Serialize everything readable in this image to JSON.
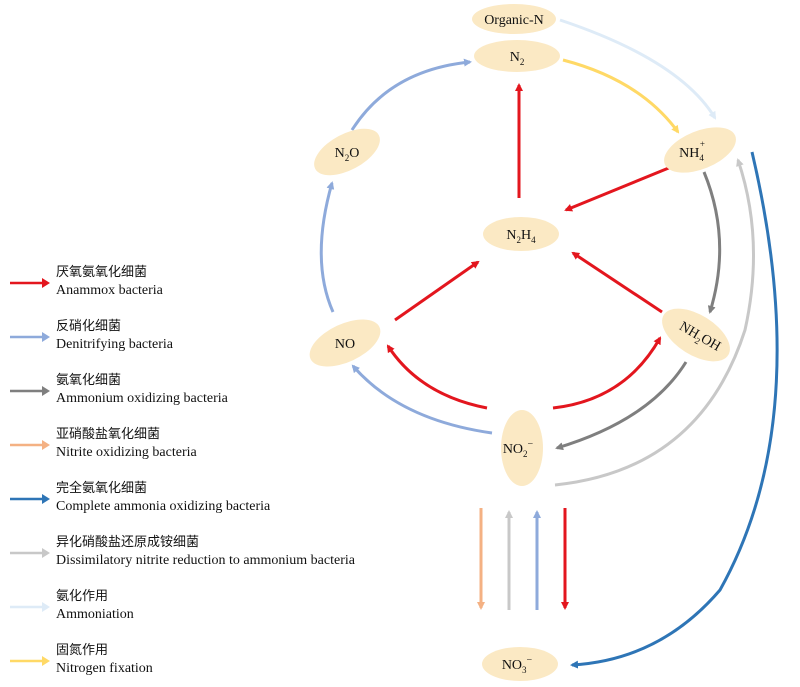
{
  "nodes": {
    "organic_n": "Organic-N",
    "n2": {
      "base": "N",
      "sub": "2"
    },
    "nh4": {
      "base": "NH",
      "sub": "4",
      "sup": "+"
    },
    "n2o": {
      "base1": "N",
      "sub": "2",
      "base2": "O"
    },
    "n2h4": {
      "base1": "N",
      "sub1": "2",
      "base2": "H",
      "sub2": "4"
    },
    "no": "NO",
    "nh2oh": {
      "base1": "NH",
      "sub": "2",
      "base2": "OH"
    },
    "no2": {
      "base": "NO",
      "sub": "2",
      "sup": "−"
    },
    "no3": {
      "base": "NO",
      "sub": "3",
      "sup": "−"
    }
  },
  "colors": {
    "anammox": "#e3161e",
    "denitrifying": "#8eaadb",
    "ammonium_oxidizing": "#7f7f7f",
    "nitrite_oxidizing": "#f4b183",
    "comammox": "#2e75b6",
    "dnra": "#c8c8c8",
    "ammoniation": "#deebf7",
    "nitrogen_fixation": "#ffd966",
    "node_fill": "#fbe9c4"
  },
  "legend": [
    {
      "zh": "厌氧氨氧化细菌",
      "en": "Anammox bacteria",
      "color_key": "anammox"
    },
    {
      "zh": "反硝化细菌",
      "en": "Denitrifying bacteria",
      "color_key": "denitrifying"
    },
    {
      "zh": "氨氧化细菌",
      "en": "Ammonium oxidizing bacteria",
      "color_key": "ammonium_oxidizing"
    },
    {
      "zh": "亚硝酸盐氧化细菌",
      "en": "Nitrite oxidizing bacteria",
      "color_key": "nitrite_oxidizing"
    },
    {
      "zh": "完全氨氧化细菌",
      "en": "Complete ammonia oxidizing bacteria",
      "color_key": "comammox"
    },
    {
      "zh": "异化硝酸盐还原成铵细菌",
      "en": "Dissimilatory nitrite reduction to ammonium bacteria",
      "color_key": "dnra"
    },
    {
      "zh": "氨化作用",
      "en": "Ammoniation",
      "color_key": "ammoniation"
    },
    {
      "zh": "固氮作用",
      "en": "Nitrogen fixation",
      "color_key": "nitrogen_fixation"
    }
  ]
}
